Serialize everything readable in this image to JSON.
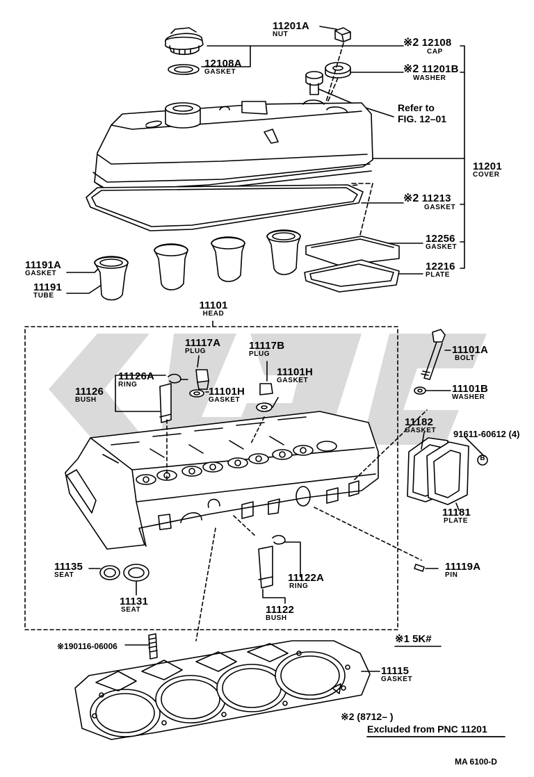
{
  "parts": {
    "nut": {
      "num": "11201A",
      "name": "NUT"
    },
    "cap": {
      "mark": "※2",
      "num": "12108",
      "name": "CAP"
    },
    "cap_gasket": {
      "num": "12108A",
      "name": "GASKET"
    },
    "washer_top": {
      "mark": "※2",
      "num": "11201B",
      "name": "WASHER"
    },
    "refer": {
      "line1": "Refer to",
      "line2": "FIG. 12–01"
    },
    "cover": {
      "num": "11201",
      "name": "COVER"
    },
    "cover_gasket": {
      "mark": "※2",
      "num": "11213",
      "name": "GASKET"
    },
    "gasket_12256": {
      "num": "12256",
      "name": "GASKET"
    },
    "plate_12216": {
      "num": "12216",
      "name": "PLATE"
    },
    "tube_gasket": {
      "num": "11191A",
      "name": "GASKET"
    },
    "tube": {
      "num": "11191",
      "name": "TUBE"
    },
    "head": {
      "num": "11101",
      "name": "HEAD"
    },
    "plug_a": {
      "num": "11117A",
      "name": "PLUG"
    },
    "plug_b": {
      "num": "11117B",
      "name": "PLUG"
    },
    "ring_a": {
      "num": "11126A",
      "name": "RING"
    },
    "bush_a": {
      "num": "11126",
      "name": "BUSH"
    },
    "gasket_h1": {
      "num": "11101H",
      "name": "GASKET"
    },
    "gasket_h2": {
      "num": "11101H",
      "name": "GASKET"
    },
    "bolt": {
      "num": "11101A",
      "name": "BOLT"
    },
    "washer_b": {
      "num": "11101B",
      "name": "WASHER"
    },
    "gasket_11182": {
      "num": "11182",
      "name": "GASKET"
    },
    "bolt_ref": {
      "text": "91611-60612 (4)"
    },
    "plate_11181": {
      "num": "11181",
      "name": "PLATE"
    },
    "seat_11135": {
      "num": "11135",
      "name": "SEAT"
    },
    "seat_11131": {
      "num": "11131",
      "name": "SEAT"
    },
    "pin": {
      "num": "11119A",
      "name": "PIN"
    },
    "ring_b": {
      "num": "11122A",
      "name": "RING"
    },
    "bush_b": {
      "num": "11122",
      "name": "BUSH"
    },
    "stud": {
      "text": "※190116-06006"
    },
    "head_gasket": {
      "num": "11115",
      "name": "GASKET"
    }
  },
  "notes": {
    "sk": "※1 5K#",
    "n2_line1": "※2 (8712–        )",
    "n2_line2": "Excluded from PNC 11201",
    "b_marker": "B"
  },
  "footer": {
    "code": "MA  6100-D"
  }
}
